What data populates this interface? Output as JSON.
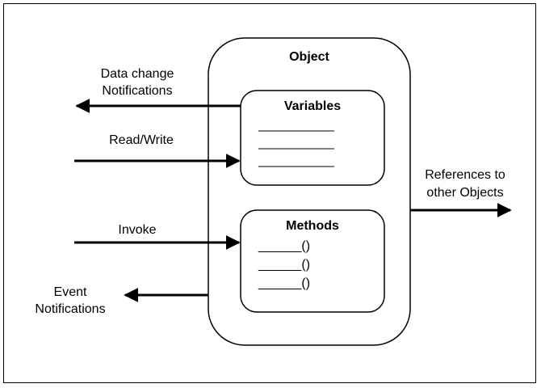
{
  "object": {
    "title": "Object",
    "variables": {
      "title": "Variables"
    },
    "methods": {
      "title": "Methods",
      "items": [
        "______()",
        "______()",
        "______()"
      ]
    }
  },
  "labels": {
    "data_change_line1": "Data change",
    "data_change_line2": "Notifications",
    "read_write": "Read/Write",
    "invoke": "Invoke",
    "event_line1": "Event",
    "event_line2": "Notifications",
    "references_line1": "References to",
    "references_line2": "other Objects"
  }
}
